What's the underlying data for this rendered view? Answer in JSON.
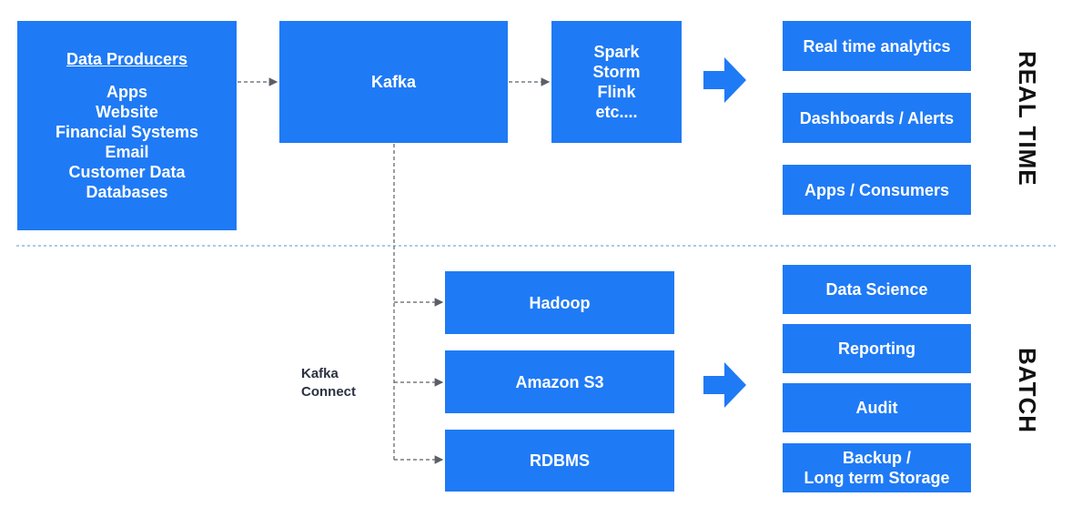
{
  "colors": {
    "box_fill": "#1f7af5",
    "box_text": "#ffffff",
    "arrow_fill": "#1f7af5",
    "connector": "#5b5f66",
    "divider": "#7aa9d6"
  },
  "producers": {
    "title": "Data Producers",
    "items": [
      "Apps",
      "Website",
      "Financial Systems",
      "Email",
      "Customer Data",
      "Databases"
    ]
  },
  "kafka": {
    "label": "Kafka"
  },
  "processors": {
    "items": [
      "Spark",
      "Storm",
      "Flink",
      "etc...."
    ]
  },
  "realtime_outputs": [
    "Real time analytics",
    "Dashboards / Alerts",
    "Apps / Consumers"
  ],
  "batch_stores": [
    "Hadoop",
    "Amazon S3",
    "RDBMS"
  ],
  "batch_outputs": [
    "Data Science",
    "Reporting",
    "Audit"
  ],
  "backup": {
    "line1": "Backup /",
    "line2": "Long term Storage"
  },
  "kafka_connect": {
    "line1": "Kafka",
    "line2": "Connect"
  },
  "section_labels": {
    "realtime": "REAL TIME",
    "batch": "BATCH"
  },
  "icons": {
    "realtime_arrow": "right-block-arrow-icon",
    "batch_arrow": "right-block-arrow-icon"
  }
}
